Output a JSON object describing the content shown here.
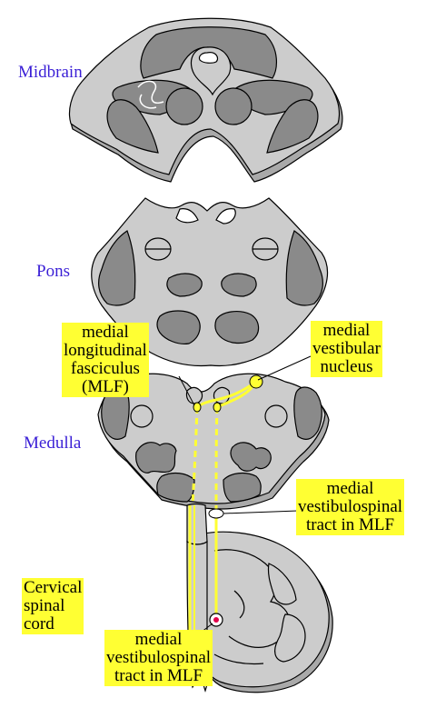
{
  "regions": {
    "midbrain": "Midbrain",
    "pons": "Pons",
    "medulla": "Medulla",
    "cervical_spinal_cord": "Cervical\nspinal\ncord"
  },
  "annotations": {
    "mlf": "medial\nlongitudinal\nfasciculus\n(MLF)",
    "medial_vestibular_nucleus": "medial\nvestibular\nnucleus",
    "mvst_upper": "medial\nvestibulospinal\ntract in MLF",
    "mvst_lower": "medial\nvestibulospinal\ntract in MLF"
  },
  "colors": {
    "tissue_gray": "#cccccc",
    "dark_gray": "#8a8a8a",
    "shadow_gray": "#a9a9a9",
    "outline": "#000000",
    "pathway_yellow": "#ffff33",
    "region_label_blue": "#3a1fd6"
  }
}
